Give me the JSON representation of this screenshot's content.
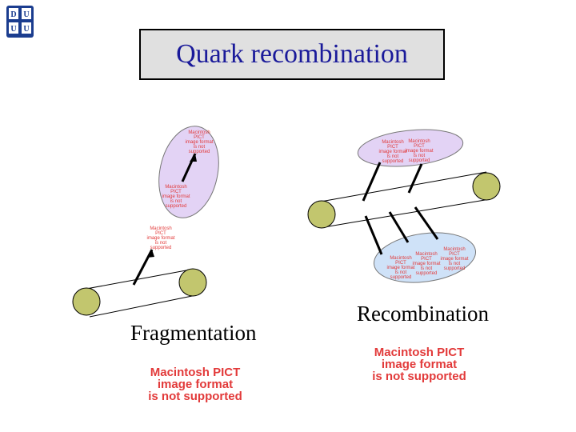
{
  "title": "Quark recombination",
  "captions": {
    "fragmentation": "Fragmentation",
    "recombination": "Recombination"
  },
  "logo": {
    "lines": [
      "D",
      "U",
      "U",
      "U"
    ],
    "color": "#1b3d8f"
  },
  "placeholder": {
    "line1": "Macintosh PICT",
    "line2": "image format",
    "line3": "is not supported",
    "color": "#e23a3a"
  },
  "colors": {
    "quark": "#c2c66e",
    "hadron_left": "#e3d3f5",
    "hadron_right": "#cfe2f8",
    "title_text": "#1a1a9a",
    "title_bg": "#e0e0e0"
  }
}
